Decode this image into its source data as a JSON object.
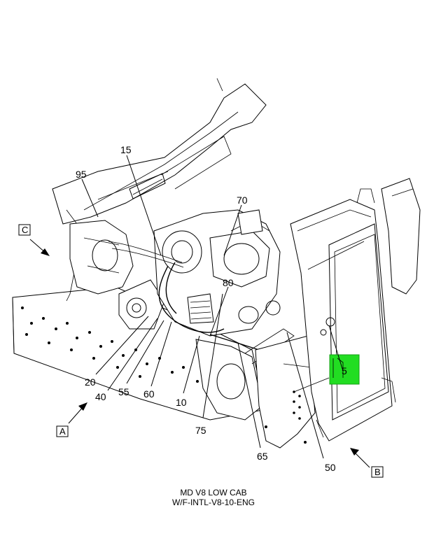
{
  "caption": {
    "line1": "MD V8 LOW CAB",
    "line2": "W/F-INTL-V8-10-ENG"
  },
  "view_labels": {
    "a": "A",
    "b": "B",
    "c": "C"
  },
  "callouts": {
    "c5": "5",
    "c10": "10",
    "c15": "15",
    "c20": "20",
    "c40": "40",
    "c50": "50",
    "c55": "55",
    "c60": "60",
    "c65": "65",
    "c70": "70",
    "c75": "75",
    "c80": "80",
    "c95": "95"
  },
  "highlight": {
    "color": "#22dd22",
    "callout": "5"
  }
}
